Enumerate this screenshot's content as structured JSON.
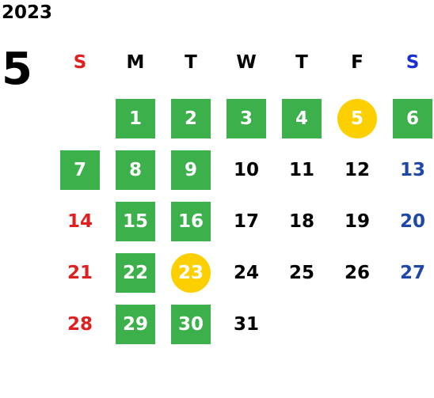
{
  "calendar": {
    "year": "2023",
    "month": "5",
    "weekdays": [
      "S",
      "M",
      "T",
      "W",
      "T",
      "F",
      "S"
    ],
    "days": [
      {
        "d": "1",
        "col": 1,
        "row": 0,
        "style": "green"
      },
      {
        "d": "2",
        "col": 2,
        "row": 0,
        "style": "green"
      },
      {
        "d": "3",
        "col": 3,
        "row": 0,
        "style": "green"
      },
      {
        "d": "4",
        "col": 4,
        "row": 0,
        "style": "green"
      },
      {
        "d": "5",
        "col": 5,
        "row": 0,
        "style": "holiday"
      },
      {
        "d": "6",
        "col": 6,
        "row": 0,
        "style": "green"
      },
      {
        "d": "7",
        "col": 0,
        "row": 1,
        "style": "green"
      },
      {
        "d": "8",
        "col": 1,
        "row": 1,
        "style": "green"
      },
      {
        "d": "9",
        "col": 2,
        "row": 1,
        "style": "green"
      },
      {
        "d": "10",
        "col": 3,
        "row": 1,
        "style": "plain"
      },
      {
        "d": "11",
        "col": 4,
        "row": 1,
        "style": "plain"
      },
      {
        "d": "12",
        "col": 5,
        "row": 1,
        "style": "plain"
      },
      {
        "d": "13",
        "col": 6,
        "row": 1,
        "style": "plain"
      },
      {
        "d": "14",
        "col": 0,
        "row": 2,
        "style": "plain"
      },
      {
        "d": "15",
        "col": 1,
        "row": 2,
        "style": "green"
      },
      {
        "d": "16",
        "col": 2,
        "row": 2,
        "style": "green"
      },
      {
        "d": "17",
        "col": 3,
        "row": 2,
        "style": "plain"
      },
      {
        "d": "18",
        "col": 4,
        "row": 2,
        "style": "plain"
      },
      {
        "d": "19",
        "col": 5,
        "row": 2,
        "style": "plain"
      },
      {
        "d": "20",
        "col": 6,
        "row": 2,
        "style": "plain"
      },
      {
        "d": "21",
        "col": 0,
        "row": 3,
        "style": "plain"
      },
      {
        "d": "22",
        "col": 1,
        "row": 3,
        "style": "green"
      },
      {
        "d": "23",
        "col": 2,
        "row": 3,
        "style": "holiday"
      },
      {
        "d": "24",
        "col": 3,
        "row": 3,
        "style": "plain"
      },
      {
        "d": "25",
        "col": 4,
        "row": 3,
        "style": "plain"
      },
      {
        "d": "26",
        "col": 5,
        "row": 3,
        "style": "plain"
      },
      {
        "d": "27",
        "col": 6,
        "row": 3,
        "style": "plain"
      },
      {
        "d": "28",
        "col": 0,
        "row": 4,
        "style": "plain"
      },
      {
        "d": "29",
        "col": 1,
        "row": 4,
        "style": "green"
      },
      {
        "d": "30",
        "col": 2,
        "row": 4,
        "style": "green"
      },
      {
        "d": "31",
        "col": 3,
        "row": 4,
        "style": "plain"
      }
    ],
    "colors": {
      "green": "#3cb04a",
      "holiday": "#fccf00",
      "sunday": "#e02020",
      "saturday": "#1f47a8"
    }
  }
}
